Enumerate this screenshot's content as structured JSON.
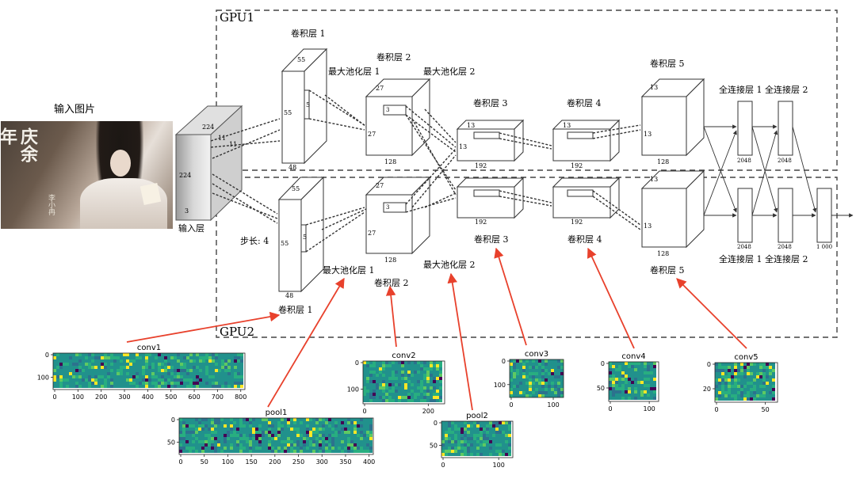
{
  "labels": {
    "gpu1": "GPU1",
    "gpu2": "GPU2",
    "input_image": "输入图片",
    "input_layer": "输入层",
    "stride": "步长: 4",
    "conv1_top": "卷积层 1",
    "conv1_bottom": "卷积层 1",
    "pool1_top": "最大池化层 1",
    "pool1_bottom": "最大池化层 1",
    "conv2_top": "卷积层 2",
    "conv2_bottom": "卷积层 2",
    "pool2_top": "最大池化层 2",
    "pool2_bottom": "最大池化层 2",
    "conv3_top": "卷积层 3",
    "conv3_bottom": "卷积层 3",
    "conv4_top": "卷积层 4",
    "conv4_bottom": "卷积层 4",
    "conv5_top": "卷积层 5",
    "conv5_bottom": "卷积层 5",
    "fc_top": "全连接层 1 全连接层 2",
    "fc_bottom": "全连接层 1 全连接层 2"
  },
  "photo": {
    "logo_text": "庆余年",
    "mark_text": "李小冉"
  },
  "dims": {
    "in_224a": "224",
    "in_224b": "224",
    "in_3": "3",
    "in_11a": "11",
    "in_11b": "11",
    "c1_55a": "55",
    "c1_55b": "55",
    "c1_5": "5",
    "c1_48": "48",
    "c1b_55a": "55",
    "c1b_55b": "55",
    "c1b_5": "5",
    "c1b_48": "48",
    "c2_27a": "27",
    "c2_27b": "27",
    "c2_3": "3",
    "c2_128": "128",
    "c2b_27a": "27",
    "c2b_27b": "27",
    "c2b_3": "3",
    "c2b_128": "128",
    "c3_13a": "13",
    "c3_13b": "13",
    "c3_192": "192",
    "c3b_192": "192",
    "c4_13": "13",
    "c4_192": "192",
    "c4b_192": "192",
    "c5_13a": "13",
    "c5_13b": "13",
    "c5_128": "128",
    "c5b_13a": "13",
    "c5b_13b": "13",
    "c5b_128": "128",
    "fc1_2048": "2048",
    "fc2_2048": "2048",
    "fc1b_2048": "2048",
    "fc2b_2048": "2048",
    "out_1000": "1 000"
  },
  "feature_maps": [
    {
      "id": "conv1",
      "title": "conv1",
      "yticks": [
        "0",
        "100"
      ],
      "xticks": [
        "0",
        "100",
        "200",
        "300",
        "400",
        "500",
        "600",
        "700",
        "800"
      ]
    },
    {
      "id": "pool1",
      "title": "pool1",
      "yticks": [
        "0",
        "50"
      ],
      "xticks": [
        "0",
        "50",
        "100",
        "150",
        "200",
        "250",
        "300",
        "350",
        "400"
      ]
    },
    {
      "id": "conv2",
      "title": "conv2",
      "yticks": [
        "0",
        "100"
      ],
      "xticks": [
        "0",
        "200"
      ]
    },
    {
      "id": "pool2",
      "title": "pool2",
      "yticks": [
        "0",
        "50"
      ],
      "xticks": [
        "0",
        "100"
      ]
    },
    {
      "id": "conv3",
      "title": "conv3",
      "yticks": [
        "0",
        "100"
      ],
      "xticks": [
        "0",
        "100"
      ]
    },
    {
      "id": "conv4",
      "title": "conv4",
      "yticks": [
        "0",
        "50"
      ],
      "xticks": [
        "0",
        "100"
      ]
    },
    {
      "id": "conv5",
      "title": "conv5",
      "yticks": [
        "0",
        "20"
      ],
      "xticks": [
        "0",
        "50"
      ]
    }
  ],
  "colors": {
    "line": "#333333",
    "dash": "#333333",
    "arrow": "#e8412c",
    "viridis_dark": "#440154",
    "viridis_mid": "#21918c",
    "viridis_light": "#fde725"
  }
}
